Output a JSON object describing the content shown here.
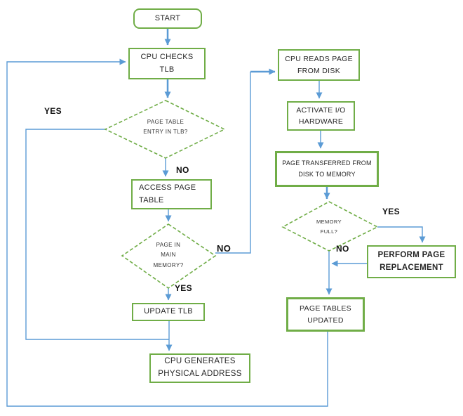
{
  "colors": {
    "node_border": "#70AD47",
    "connector": "#5B9BD5",
    "text": "#262626",
    "label_text": "#111111"
  },
  "nodes": {
    "start": {
      "label": "START"
    },
    "cpu_checks_tlb": {
      "label": "CPU CHECKS\nTLB"
    },
    "access_page_table": {
      "label": "ACCESS PAGE\nTABLE"
    },
    "update_tlb": {
      "label": "UPDATE TLB"
    },
    "cpu_generates_physical_address": {
      "label": "CPU GENERATES\nPHYSICAL ADDRESS"
    },
    "cpu_reads_page_from_disk": {
      "label": "CPU READS PAGE\nFROM DISK"
    },
    "activate_io_hardware": {
      "label": "ACTIVATE I/O\nHARDWARE"
    },
    "page_transferred": {
      "label": "PAGE TRANSFERRED FROM\nDISK TO MEMORY"
    },
    "perform_page_replacement": {
      "label": "PERFORM PAGE\nREPLACEMENT"
    },
    "page_tables_updated": {
      "label": "PAGE TABLES\nUPDATED"
    }
  },
  "decisions": {
    "page_table_entry_in_tlb": {
      "label": "PAGE TABLE\nENTRY IN TLB?"
    },
    "page_in_main_memory": {
      "label": "PAGE IN\nMAIN\nMEMORY?"
    },
    "memory_full": {
      "label": "MEMORY\nFULL?"
    }
  },
  "edge_labels": {
    "tlb_hit_yes": "YES",
    "tlb_miss_no": "NO",
    "page_fault_no": "NO",
    "page_present_yes": "YES",
    "memory_full_yes": "YES",
    "memory_full_no": "NO"
  }
}
